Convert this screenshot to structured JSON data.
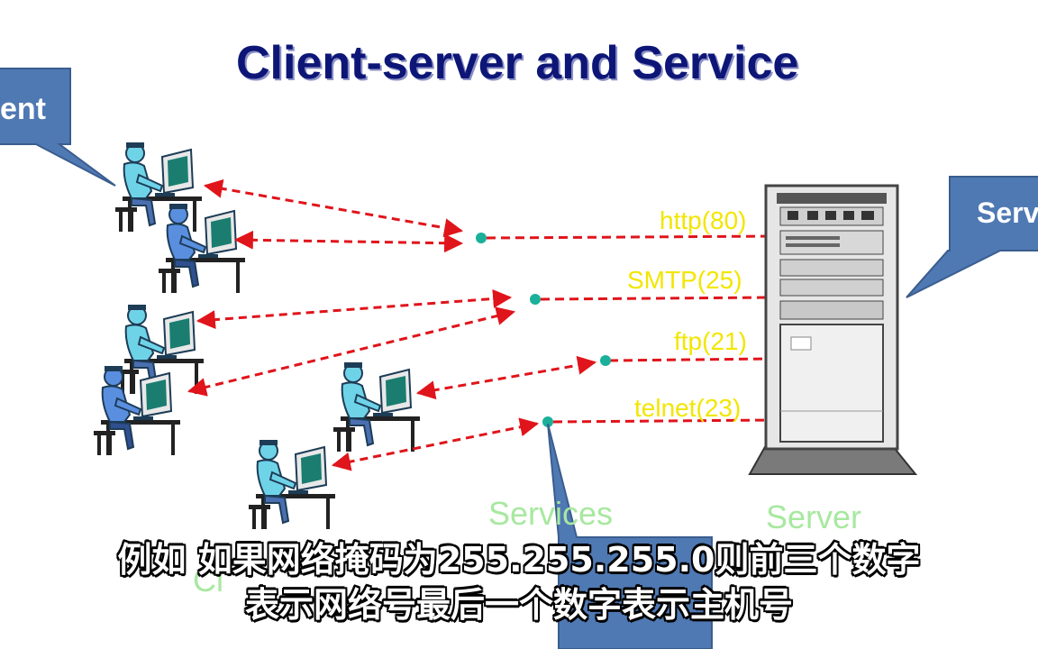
{
  "title": "Client-server and Service",
  "callouts": {
    "client": "ent",
    "server": "Serv"
  },
  "ports": {
    "http": "http(80)",
    "smtp": "SMTP(25)",
    "ftp": "ftp(21)",
    "telnet": "telnet(23)"
  },
  "bottom_labels": {
    "services": "Services",
    "server": "Server",
    "client_partial": "Cl"
  },
  "subtitles": {
    "line1": "例如 如果网络掩码为255.255.255.0则前三个数字",
    "line2": "表示网络号最后一个数字表示主机号"
  },
  "colors": {
    "title": "#0d1677",
    "callout_fill": "#4f79b3",
    "arrow": "#e0141b",
    "port_label": "#f2e600",
    "bottom_label": "#a8e8a0",
    "service_dot": "#1ab09a"
  }
}
